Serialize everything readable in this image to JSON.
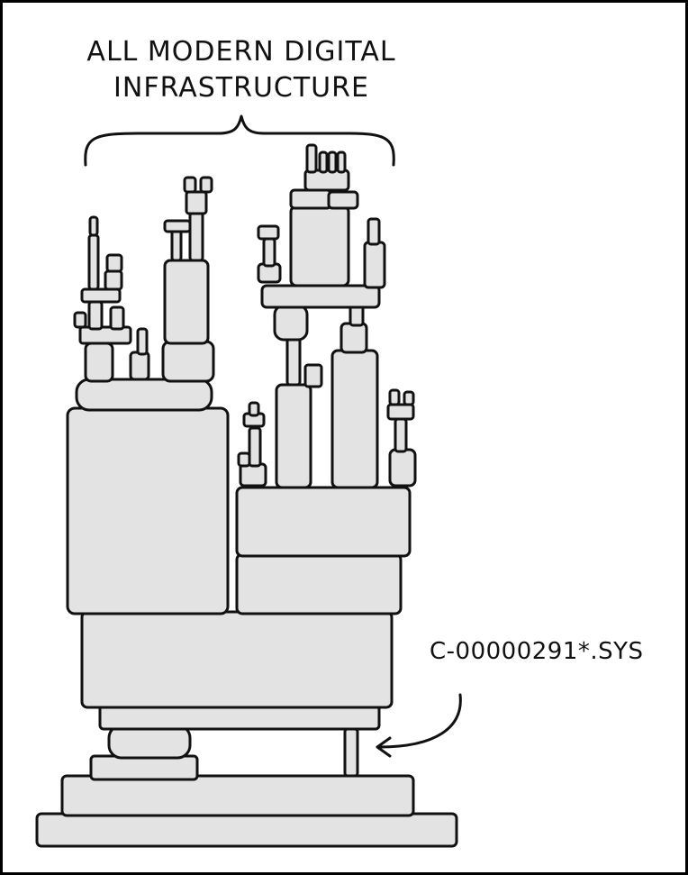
{
  "caption": {
    "line1": "ALL MODERN DIGITAL",
    "line2": "INFRASTRUCTURE"
  },
  "callout": {
    "label": "C-00000291*.SYS"
  },
  "colors": {
    "block_fill": "#e3e3e3",
    "ink": "#111111",
    "background": "#ffffff"
  }
}
